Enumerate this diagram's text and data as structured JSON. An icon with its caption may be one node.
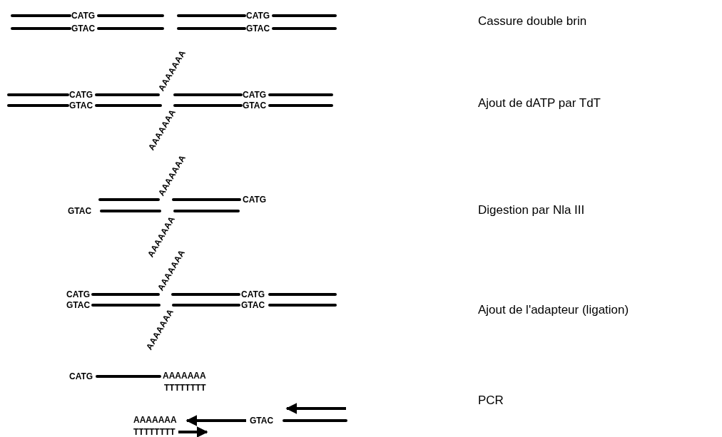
{
  "diagram": {
    "labels": [
      "CATG",
      "CATG",
      "Cassure double brin",
      "GTAC",
      "GTAC",
      "AAAAAAA",
      "CATG",
      "CATG",
      "Ajout de dATP par TdT",
      "GTAC",
      "GTAC",
      "AAAAAAA",
      "AAAAAAA",
      "CATG",
      "GTAC",
      "Digestion par Nla III",
      "AAAAAAA",
      "AAAAAAA",
      "CATG",
      "CATG",
      "Ajout de l'adapteur (ligation)",
      "GTAC",
      "GTAC",
      "AAAAAAA",
      "CATG",
      "AAAAAAA",
      "TTTTTTTT",
      "PCR",
      "AAAAAAA",
      "GTAC",
      "TTTTTTTT"
    ]
  }
}
